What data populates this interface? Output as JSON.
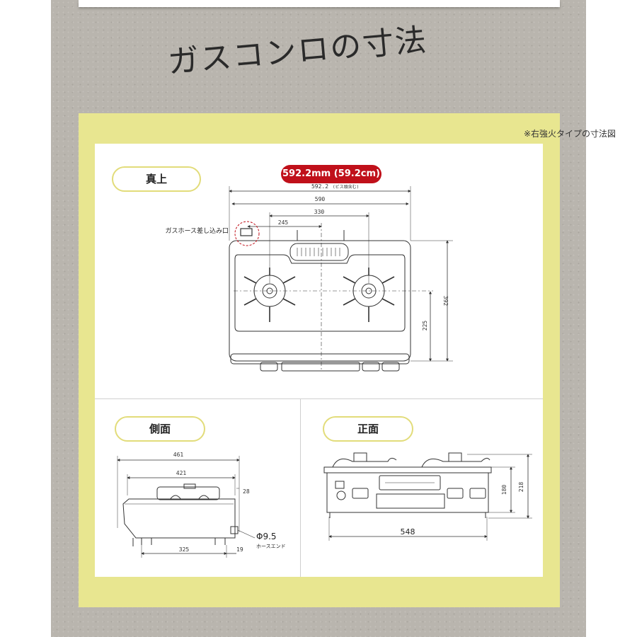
{
  "heading": "ガスコンロの寸法",
  "note": "※右強火タイプの寸法図",
  "views": {
    "top": {
      "label": "真上",
      "highlight": "592.2mm (59.2cm)",
      "dims": {
        "overall": "592.2",
        "overall_note": "(ビス頭含む)",
        "width": "590",
        "center_spacing": "330",
        "left_offset": "245",
        "depth": "392",
        "center_depth": "225"
      },
      "gas_inlet_label": "ガスホース差し込み口"
    },
    "side": {
      "label": "側面",
      "dims": {
        "overall": "461",
        "body": "421",
        "top": "28",
        "feet": "325",
        "hose_offset": "19"
      },
      "hose_diameter": "Φ9.5",
      "hose_label": "ホースエンド"
    },
    "front": {
      "label": "正面",
      "dims": {
        "width": "548",
        "height_body": "180",
        "height_total": "218"
      }
    }
  },
  "colors": {
    "background": "#b9b5ae",
    "panel": "#e8e690",
    "highlight": "#c0101a"
  }
}
